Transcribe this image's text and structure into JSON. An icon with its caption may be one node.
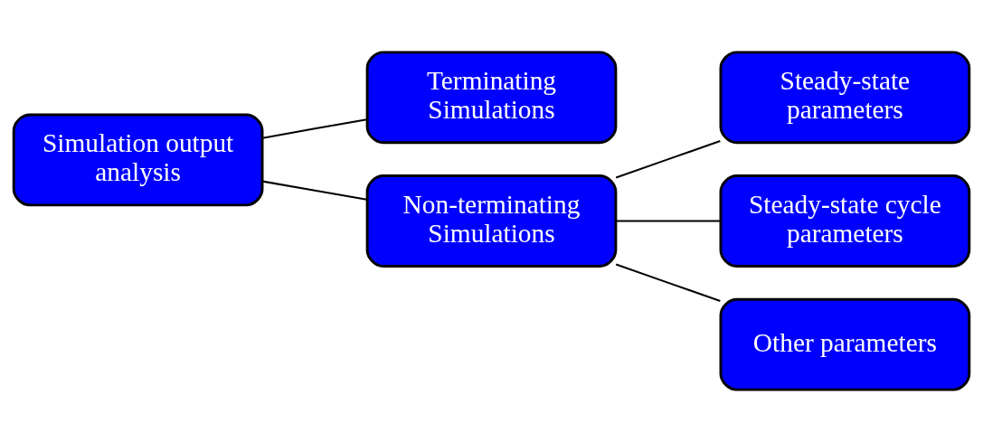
{
  "diagram": {
    "nodes": [
      {
        "text": [
          "Simulation output analysis"
        ]
      },
      {
        "text": [
          "Terminating Simulations"
        ]
      },
      {
        "text": [
          "Non-terminating Simulations"
        ]
      },
      {
        "text": [
          "Steady-state parameters"
        ]
      },
      {
        "text": [
          "Steady-state cycle parameters"
        ]
      },
      {
        "text": [
          "Other parameters"
        ]
      }
    ],
    "edges": [
      {
        "from": 0,
        "to": 1,
        "arrow": "none"
      },
      {
        "from": 0,
        "to": 2,
        "arrow": "none"
      },
      {
        "from": 2,
        "to": 3,
        "arrow": "none"
      },
      {
        "from": 2,
        "to": 4,
        "arrow": "none"
      },
      {
        "from": 2,
        "to": 5,
        "arrow": "none"
      }
    ]
  }
}
